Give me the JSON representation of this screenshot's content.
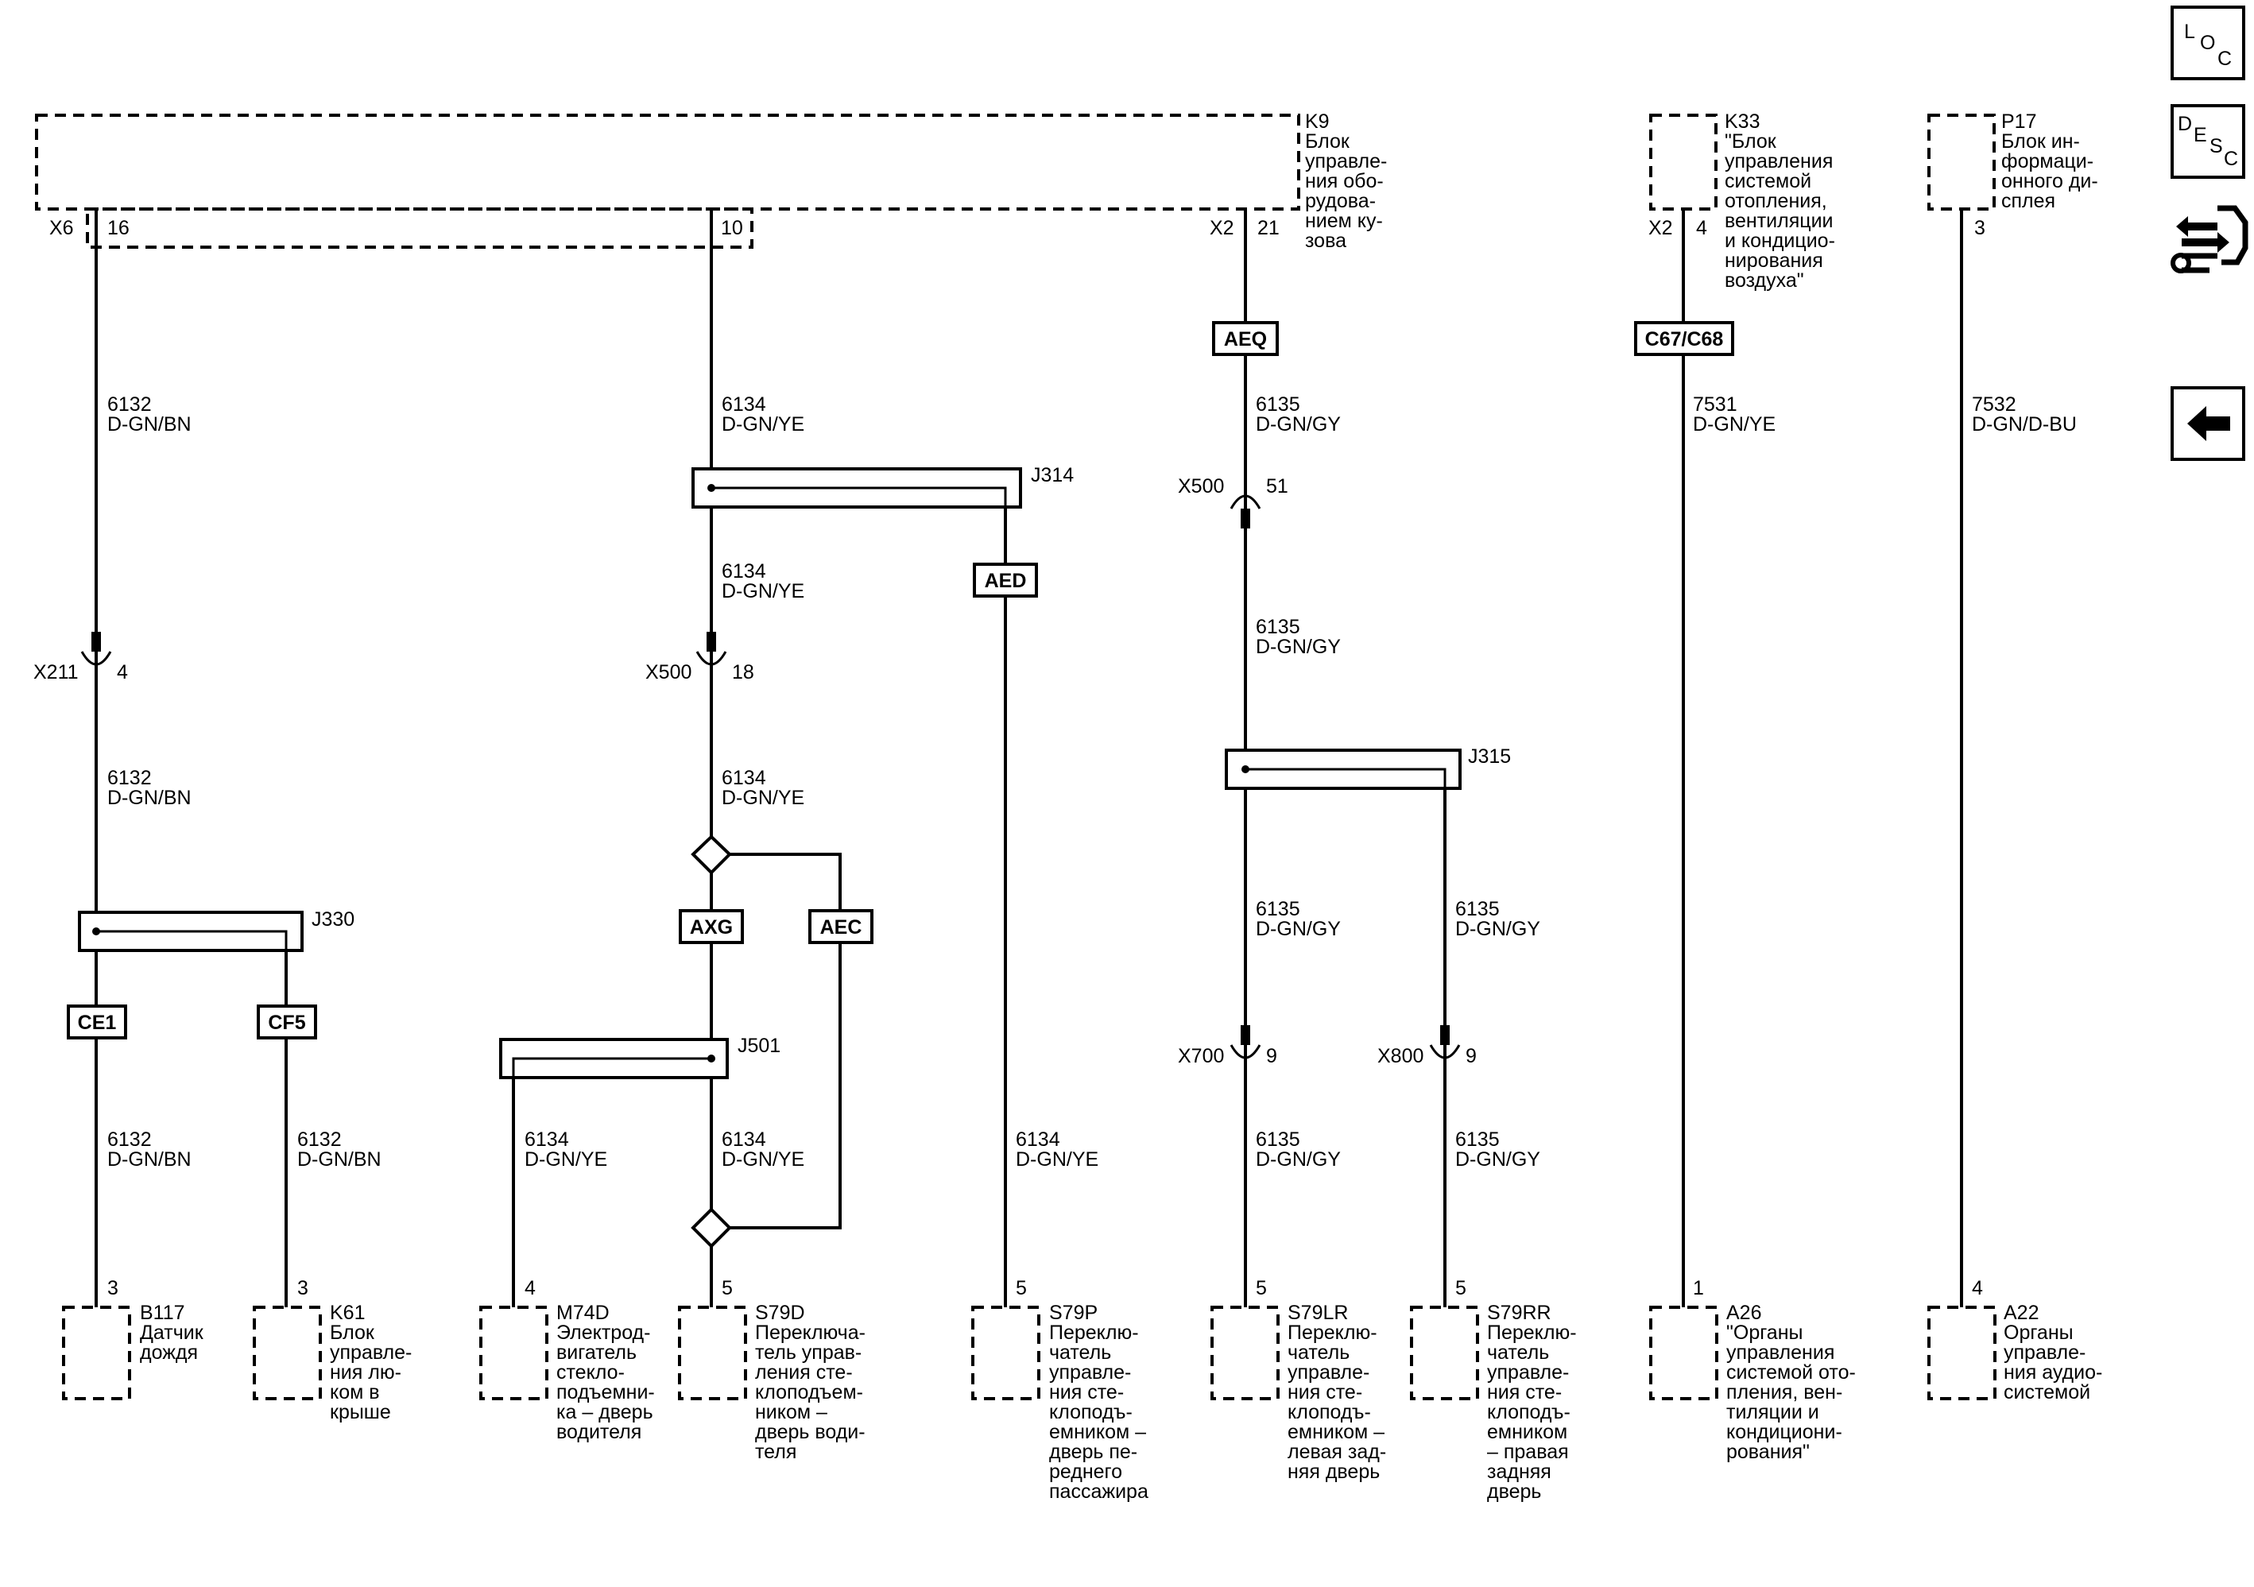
{
  "sidebar": {
    "loc_button": {
      "letters": [
        "L",
        "O",
        "C"
      ]
    },
    "desc_button": {
      "letters": [
        "D",
        "E",
        "S",
        "C"
      ]
    },
    "back_icon": "left-arrow-icon",
    "connector_tool_icon": "connector-tool-icon"
  },
  "modules": {
    "k9": {
      "id": "K9",
      "name": [
        "Блок",
        "управле-",
        "ния обо-",
        "рудова-",
        "нием ку-",
        "зова"
      ]
    },
    "k33": {
      "id": "K33",
      "name": [
        "\"Блок",
        "управления",
        "системой",
        "отопления,",
        "вентиляции",
        "и кондицио-",
        "нирования",
        "воздуха\""
      ]
    },
    "p17": {
      "id": "P17",
      "name": [
        "Блок ин-",
        "формаци-",
        "онного ди-",
        "сплея"
      ]
    }
  },
  "top_connectors": {
    "x6": {
      "name": "X6",
      "pin16": "16",
      "pin10": "10"
    },
    "x2_k9": {
      "name": "X2",
      "pin": "21"
    },
    "x2_k33": {
      "name": "X2",
      "pin": "4"
    },
    "p17_pin": "3"
  },
  "inline_connectors": {
    "x211": {
      "name": "X211",
      "pin": "4"
    },
    "x500_18": {
      "name": "X500",
      "pin": "18"
    },
    "x500_51": {
      "name": "X500",
      "pin": "51"
    },
    "x700": {
      "name": "X700",
      "pin": "9"
    },
    "x800": {
      "name": "X800",
      "pin": "9"
    }
  },
  "splices": {
    "j314": "J314",
    "j315": "J315",
    "j330": "J330",
    "j501": "J501"
  },
  "tags": {
    "aeq": "AEQ",
    "c67": "C67/C68",
    "aed": "AED",
    "axg": "AXG",
    "aec": "AEC",
    "ce1": "CE1",
    "cf5": "CF5"
  },
  "wires": {
    "w6132": {
      "num": "6132",
      "color": "D-GN/BN"
    },
    "w6134": {
      "num": "6134",
      "color": "D-GN/YE"
    },
    "w6135": {
      "num": "6135",
      "color": "D-GN/GY"
    },
    "w7531": {
      "num": "7531",
      "color": "D-GN/YE"
    },
    "w7532": {
      "num": "7532",
      "color": "D-GN/D-BU"
    }
  },
  "components": {
    "b117": {
      "pin": "3",
      "id": "B117",
      "name": [
        "Датчик",
        "дождя"
      ]
    },
    "k61": {
      "pin": "3",
      "id": "K61",
      "name": [
        "Блок",
        "управле-",
        "ния лю-",
        "ком в",
        "крыше"
      ]
    },
    "m74d": {
      "pin": "4",
      "id": "M74D",
      "name": [
        "Электрод-",
        "вигатель",
        "стекло-",
        "подъемни-",
        "ка – дверь",
        "водителя"
      ]
    },
    "s79d": {
      "pin": "5",
      "id": "S79D",
      "name": [
        "Переключа-",
        "тель управ-",
        "ления сте-",
        "клоподъем-",
        "ником –",
        "дверь води-",
        "теля"
      ]
    },
    "s79p": {
      "pin": "5",
      "id": "S79P",
      "name": [
        "Переклю-",
        "чатель",
        "управле-",
        "ния сте-",
        "клоподъ-",
        "емником –",
        "дверь пе-",
        "реднего",
        "пассажира"
      ]
    },
    "s79lr": {
      "pin": "5",
      "id": "S79LR",
      "name": [
        "Переклю-",
        "чатель",
        "управле-",
        "ния сте-",
        "клоподъ-",
        "емником –",
        "левая зад-",
        "няя дверь"
      ]
    },
    "s79rr": {
      "pin": "5",
      "id": "S79RR",
      "name": [
        "Переклю-",
        "чатель",
        "управле-",
        "ния сте-",
        "клоподъ-",
        "емником",
        "– правая",
        "задняя",
        "дверь"
      ]
    },
    "a26": {
      "pin": "1",
      "id": "A26",
      "name": [
        "\"Органы",
        "управления",
        "системой ото-",
        "пления, вен-",
        "тиляции и",
        "кондициони-",
        "рования\""
      ]
    },
    "a22": {
      "pin": "4",
      "id": "A22",
      "name": [
        "Органы",
        "управле-",
        "ния аудио-",
        "системой"
      ]
    }
  }
}
